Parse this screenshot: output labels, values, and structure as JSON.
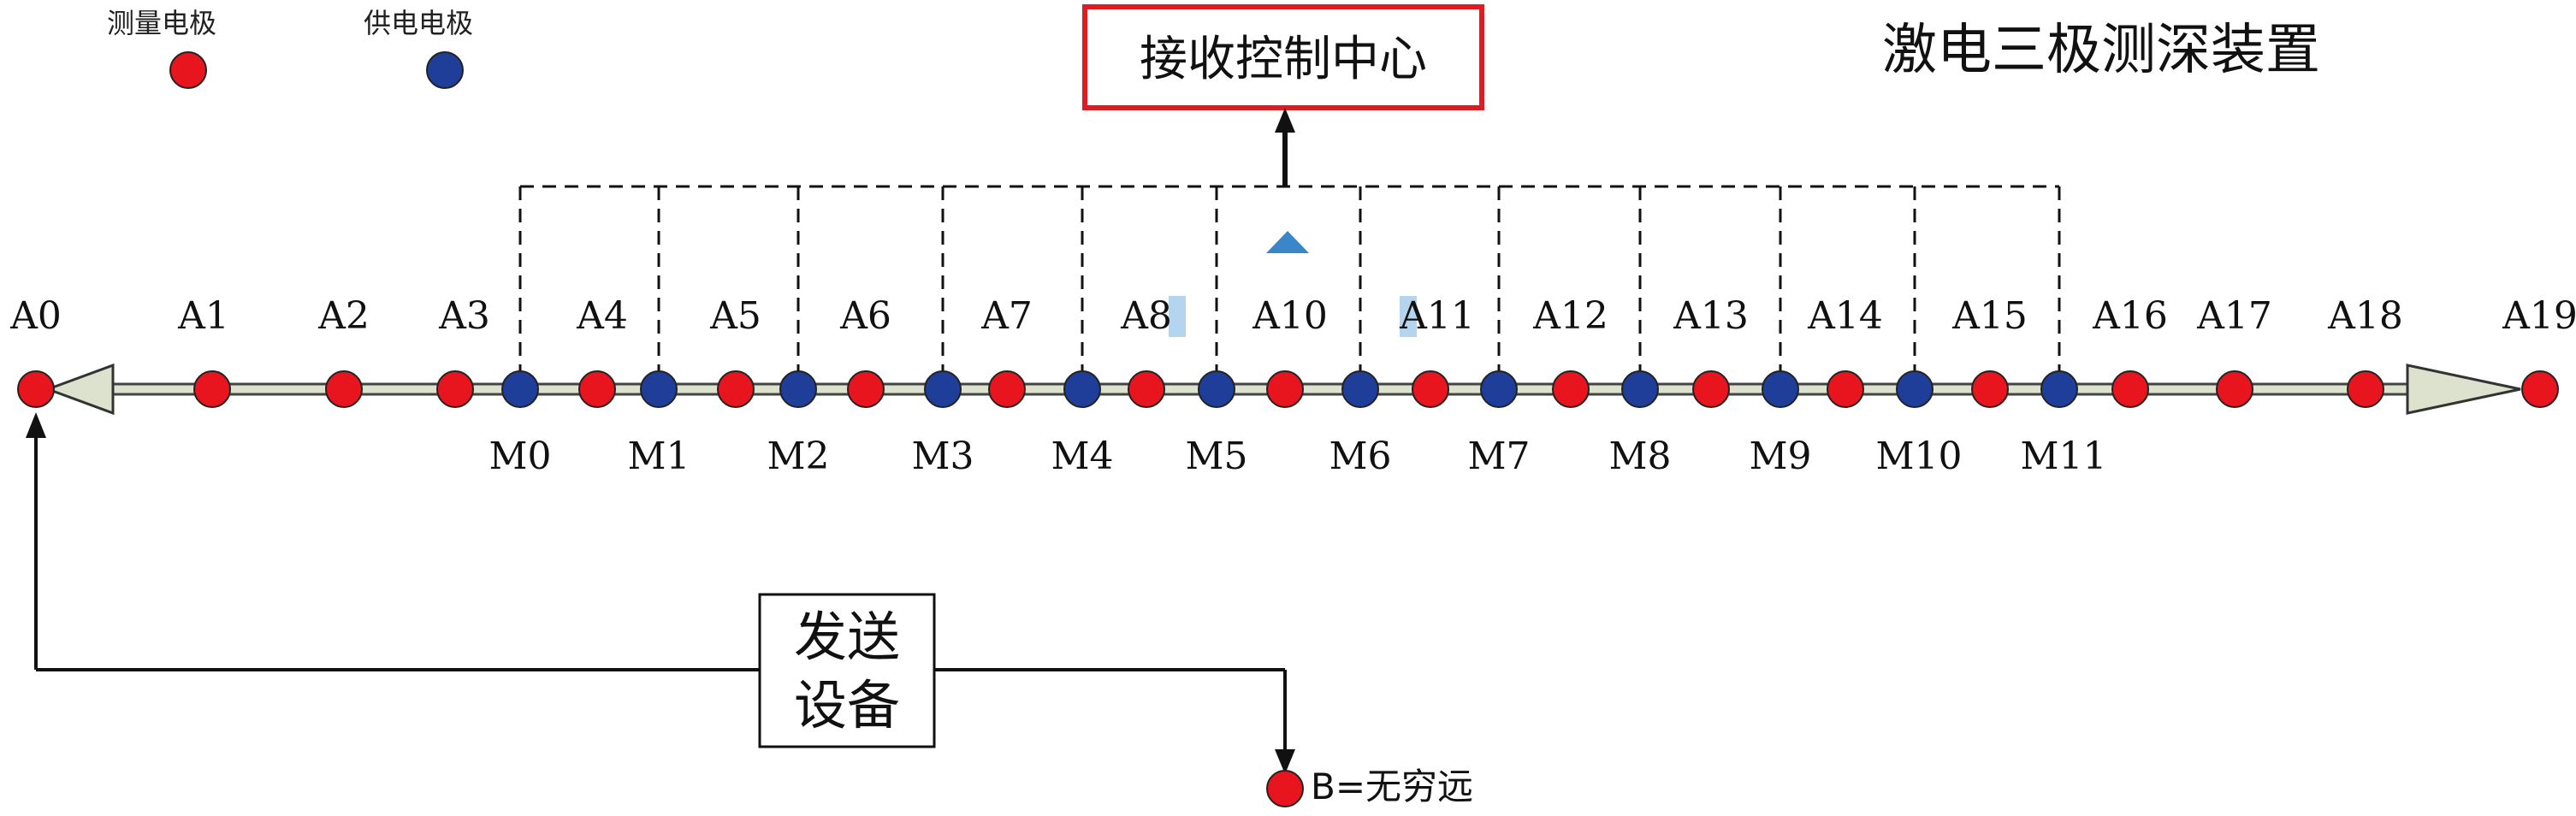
{
  "title": "激电三极测深装置",
  "legend": {
    "measure_label": "测量电极",
    "supply_label": "供电电极",
    "measure_color": "#e8151e",
    "supply_color": "#1f3e99"
  },
  "control_center": {
    "label": "接收控制中心",
    "border_color": "#e01b22"
  },
  "send_device": {
    "line1": "发送",
    "line2": "设备"
  },
  "b_electrode_label": "B=无穷远",
  "measure_electrodes": [
    "A0",
    "A1",
    "A2",
    "A3",
    "A4",
    "A5",
    "A6",
    "A7",
    "A8",
    "A10",
    "A11",
    "A12",
    "A13",
    "A14",
    "A15",
    "A16",
    "A17",
    "A18",
    "A19"
  ],
  "supply_electrodes": [
    "M0",
    "M1",
    "M2",
    "M3",
    "M4",
    "M5",
    "M6",
    "M7",
    "M8",
    "M9",
    "M10",
    "M11"
  ],
  "colors": {
    "line": "#111111",
    "highlight": "#9cc7ea",
    "triangle": "#3b86c8",
    "arrow_fill": "#dde2cf"
  }
}
